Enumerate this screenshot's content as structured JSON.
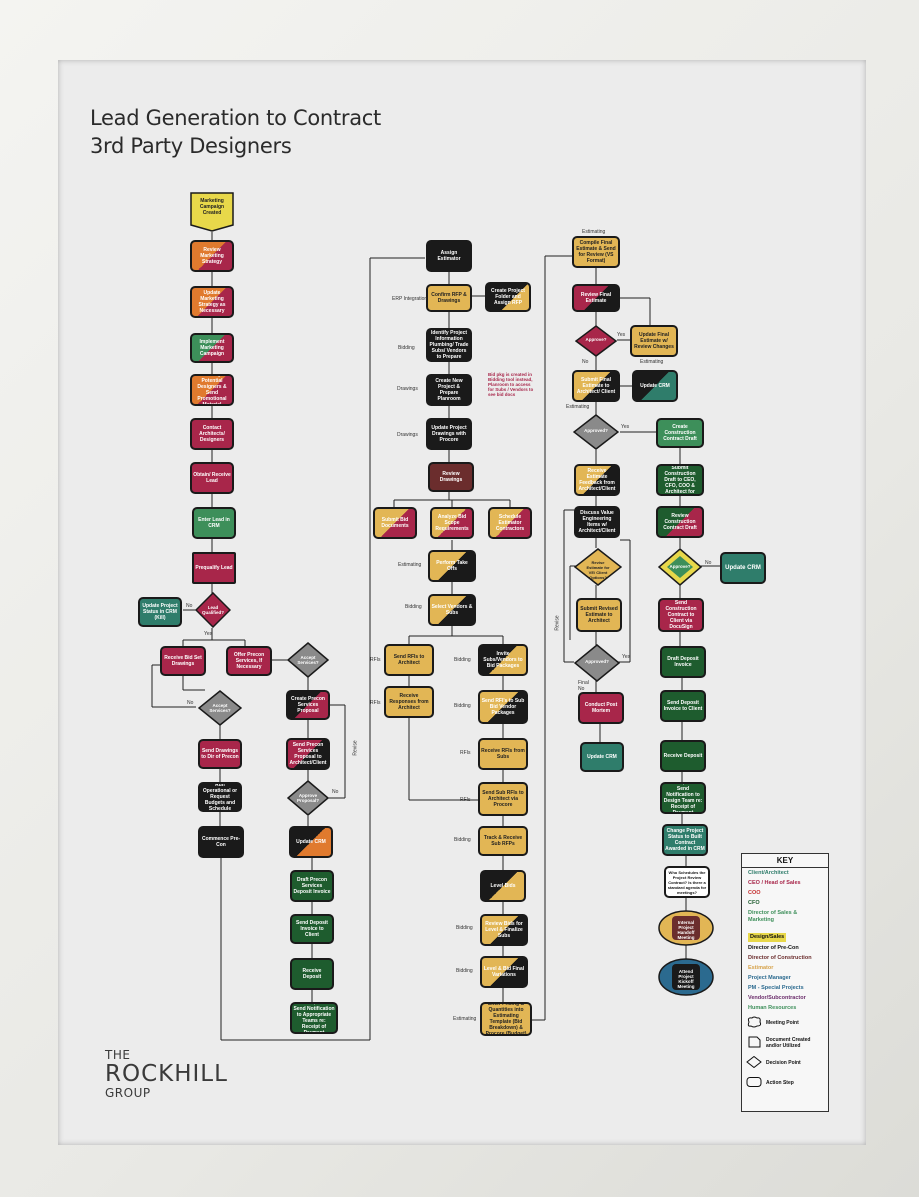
{
  "title": {
    "line1": "Lead Generation to Contract",
    "line2": "3rd Party Designers"
  },
  "logo": {
    "line1": "THE",
    "line2": "ROCKHILL",
    "line3": "GROUP"
  },
  "colors": {
    "client": "#2f7d6b",
    "ceo": "#a8264a",
    "coo": "#c52d2d",
    "cfo": "#1e5c2e",
    "sales": "#3d8f5a",
    "design": "#e2b655",
    "precon": "#1a1a1a",
    "construction": "#6b2d2d",
    "estimator": "#d6a24a",
    "pm": "#2b6a8f",
    "gray": "#8a8a8a",
    "orange": "#e07a2e",
    "yellow": "#e8d84a"
  },
  "key": {
    "title": "KEY",
    "roles": [
      {
        "label": "Client/Architect",
        "color": "#2f7d6b"
      },
      {
        "label": "CEO / Head of Sales",
        "color": "#a8264a"
      },
      {
        "label": "COO",
        "color": "#c52d2d"
      },
      {
        "label": "CFO",
        "color": "#1e5c2e"
      },
      {
        "label": "Director of Sales & Marketing",
        "color": "#3d8f5a"
      },
      {
        "label": "Design/Sales",
        "color": "#111111"
      },
      {
        "label": "Director of Pre-Con",
        "color": "#111111"
      },
      {
        "label": "Director of Construction",
        "color": "#6b2d2d"
      },
      {
        "label": "Estimator",
        "color": "#d6a24a"
      },
      {
        "label": "Project Manager",
        "color": "#2b6a8f"
      },
      {
        "label": "PM - Special Projects",
        "color": "#2b6a8f"
      },
      {
        "label": "Vendor/Subcontractor",
        "color": "#6b2d6b"
      },
      {
        "label": "Human Resources",
        "color": "#3d8f5a"
      }
    ],
    "shapes": [
      {
        "label": "Meeting Point",
        "icon": "meeting-point-icon"
      },
      {
        "label": "Document Created and/or Utilized",
        "icon": "document-icon"
      },
      {
        "label": "Decision Point",
        "icon": "decision-diamond-icon"
      },
      {
        "label": "Action Step",
        "icon": "action-step-icon"
      }
    ]
  },
  "col1": {
    "start": "Marketing Campaign Created",
    "steps": [
      "Review Marketing Strategy",
      "Update Marketing Strategy as Necessary",
      "Implement Marketing Campaign",
      "Identify Potential Designers & Send Promotional Material",
      "Contact Architects/ Designers",
      "Obtain/ Receive Lead",
      "Enter Lead in CRM",
      "Prequalify Lead"
    ],
    "decision_lead": "Lead Qualified?",
    "update_crm": "Update Project Status in CRM (Kill)",
    "no": "No",
    "yes": "Yes",
    "receive_bid": "Receive Bid Set Drawings",
    "offer_precon": "Offer Precon Services, If Necessary",
    "accept_services": "Accept Services?",
    "send_drawings": "Send Drawings to Dir of Precon",
    "run_ops": "Run Operational or Request Budgets and Schedule",
    "commence": "Commence Pre-Con"
  },
  "col2": {
    "accept": "Accept Services?",
    "create_proposal": "Create Precon Services Proposal",
    "send_proposal": "Send Precon Services Proposal to Architect/Client",
    "approve": "Approve Proposal?",
    "revise": "Revise",
    "update_crm": "Update CRM",
    "draft_invoice": "Draft Precon Services Deposit Invoice",
    "send_invoice": "Send Deposit Invoice to Client",
    "receive_deposit": "Receive Deposit",
    "receive_print": "Receive, Print & Send Notification to Appropriate Teams re: Receipt of Payment",
    "no": "No"
  },
  "col3": {
    "assign": "Assign Estimator",
    "confirm": "Confirm RFP & Drawings",
    "create_folder": "Create Project Folder and Assign RFP",
    "identify": "Identify Project Information Plumbing/ Trade Subs/ Vendors to Prepare",
    "create_pkg": "Create New Project & Prepare Planroom",
    "update": "Update Project Drawings with Procore",
    "review": "Review Drawings",
    "sub_a": "Submit Bid Documents",
    "sub_b": "Analyze Bid Scope Requirements",
    "sub_c": "Schedule Estimator Contractors",
    "perform_takeoff": "Perform Take Offs",
    "select": "Select Vendors & Subs",
    "send_rfis": "Send RFIs to Architect",
    "receive_responses": "Receive Responses from Architect",
    "invite": "Invite Subs/Vendors to Bid Packages",
    "send_rfis2": "Send RFI's to Sub Bid Vendor Packages",
    "receive_rfis": "Receive RFIs from Subs",
    "send_sub_rfis": "Send Sub RFIs to Architect via Procore",
    "track": "Track & Receive Sub RFPs",
    "level": "Level Bids",
    "review_bids": "Review Bids for Level & Finalize Subs",
    "level_bids": "Level & Bid Final Variations",
    "enter_pricing": "Enter Pricing & Quantities into Estimating Template (Bid Breakdown) & Procore (Budget)",
    "note": "Bid pkg is created in Bidding tool instead, Planroom to access for Subs / Vendors to see bid docs",
    "labels": {
      "erp": "ERP Integration",
      "bidding": "Bidding",
      "drawings": "Drawings",
      "drawings2": "Drawings",
      "estimating": "Estimating",
      "bidding2": "Bidding",
      "rfis": "RFIs",
      "rfis2": "RFIs",
      "bidding3": "Bidding",
      "bidding4": "Bidding",
      "rfis3": "RFIs",
      "rfis4": "RFIs",
      "bidding5": "Bidding",
      "bidding6": "Bidding",
      "bidding7": "Bidding",
      "estimating2": "Estimating"
    }
  },
  "col4": {
    "estimating_top": "Estimating",
    "compile": "Compile Final Estimate & Send for Review (VS Format)",
    "review_final": "Review Final Estimate",
    "approve": "Approve?",
    "update_final": "Update Final Estimate w/ Review Changes",
    "yes": "Yes",
    "no": "No",
    "estimating_mid": "Estimating",
    "submit_final": "Submit Final Estimate to Architect/ Client",
    "estimating_low": "Estimating",
    "update_crm": "Update CRM",
    "approved": "Approved?",
    "yes2": "Yes",
    "revise_label": "Revise",
    "receive_feedback": "Receive Estimate Feedback from Architect/Client",
    "discuss": "Discuss Value Engineering Items w/ Architect/Client",
    "revise_q": "Revise Estimate for VE/ Client Options?",
    "submit_revised": "Submit Revised Estimate to Architect",
    "approved2": "Approved?",
    "final_no": "Final No",
    "conduct": "Conduct Post Mortem",
    "update_crm2": "Update CRM",
    "yes3": "Yes"
  },
  "col5": {
    "create": "Create Construction Contract Draft",
    "submit": "Submit Construction Draft to CEO, CFO, COO & Architect for",
    "review": "Review Construction Contract Draft",
    "approve": "Approve?",
    "no": "No",
    "update_crm": "Update CRM",
    "send": "Send Construction Contract to Client via DocuSign",
    "draft_deposit": "Draft Deposit Invoice",
    "send_deposit": "Send Deposit Invoice to Client",
    "receive_deposit": "Receive Deposit",
    "receive_print": "Receive, Print & Send Notification to Design Team re: Receipt of Payment",
    "change_status": "Change Project Status to Built Contract Awarded in CRM",
    "who_schedules": "Who Schedules the Project Review Contract? Is there a standard agenda for meetings?",
    "meeting1": "Internal Project Handoff Meeting",
    "meeting2": "Attend Project Kickoff Meeting"
  }
}
